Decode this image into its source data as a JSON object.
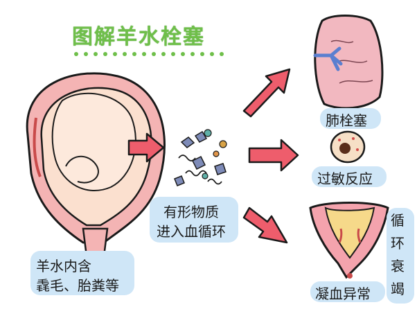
{
  "title": "图解羊水栓塞",
  "nodes": {
    "source": {
      "line1": "羊水内含",
      "line2": "毳毛、胎粪等"
    },
    "middle": {
      "line1": "有形物质",
      "line2": "进入血循环"
    },
    "outcome1": {
      "label": "肺栓塞"
    },
    "outcome2": {
      "label": "过敏反应"
    },
    "outcome3": {
      "label": "凝血异常"
    },
    "outcome4": {
      "chars": [
        "循",
        "环",
        "衰",
        "竭"
      ]
    }
  },
  "colors": {
    "title": "#6fbf4a",
    "arrow": "#ee5d6c",
    "label_box": "#cfe6f7",
    "skin": "#fbe0cf",
    "uterus": "#f0a4a4"
  }
}
